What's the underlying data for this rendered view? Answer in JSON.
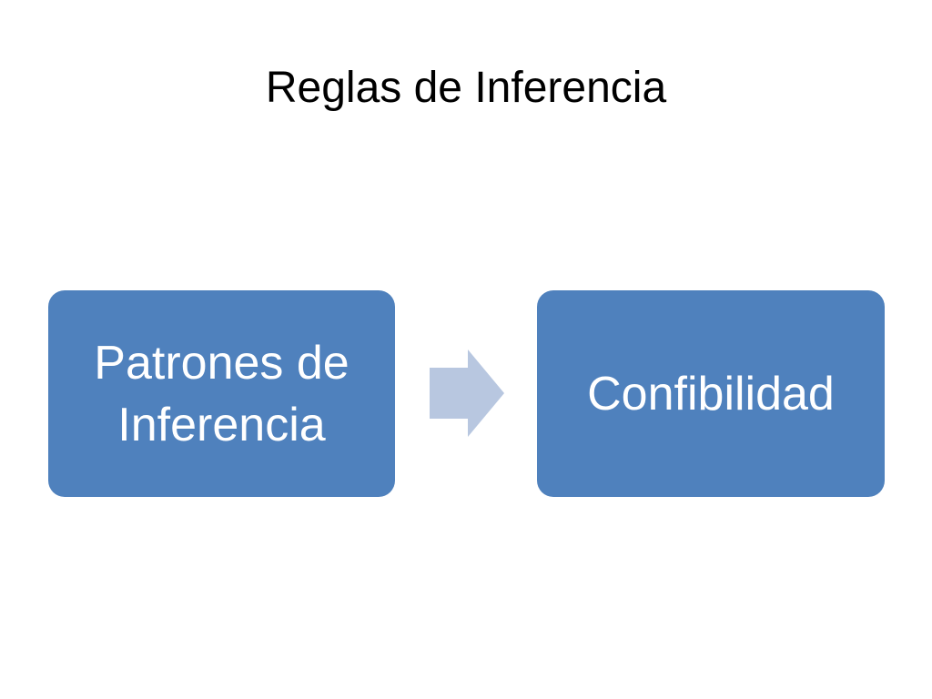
{
  "slide": {
    "title": "Reglas de Inferencia"
  },
  "diagram": {
    "nodes": [
      {
        "label": "Patrones de\nInferencia"
      },
      {
        "label": "Confibilidad"
      }
    ],
    "arrow_icon": "right-arrow-icon"
  },
  "colors": {
    "box_fill": "#4f81bd",
    "arrow_fill": "#b8c7e0",
    "text_on_box": "#ffffff",
    "title_text": "#000000"
  }
}
